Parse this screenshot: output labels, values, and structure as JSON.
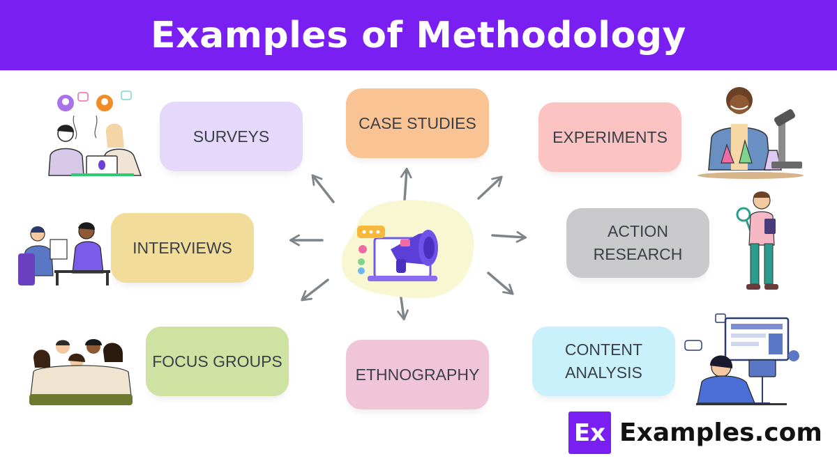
{
  "title": "Examples of Methodology",
  "methods": {
    "surveys": "SURVEYS",
    "case_studies": "CASE STUDIES",
    "experiments": "EXPERIMENTS",
    "interviews": "INTERVIEWS",
    "action_research": [
      "ACTION",
      "RESEARCH"
    ],
    "focus_groups": "FOCUS GROUPS",
    "ethnography": "ETHNOGRAPHY",
    "content_analysis": [
      "CONTENT",
      "ANALYSIS"
    ]
  },
  "colors": {
    "header": "#7a1ff2",
    "surveys": "#e6d8fb",
    "case_studies": "#f9c394",
    "experiments": "#fbc4c2",
    "interviews": "#f1dd99",
    "action_research": "#c9c9cc",
    "focus_groups": "#cfe2a2",
    "ethnography": "#f1c5d8",
    "content_analysis": "#c9f1fb",
    "arrow": "#7d858b"
  },
  "logo": {
    "mark": "Ex",
    "text": "Examples.com"
  }
}
